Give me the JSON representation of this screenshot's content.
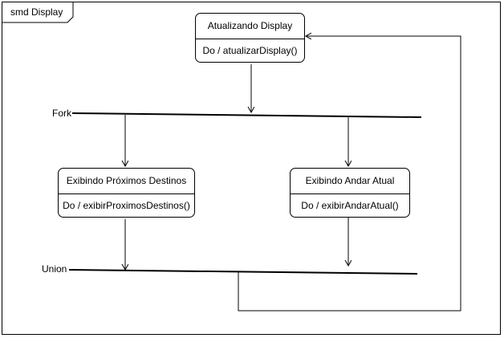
{
  "frame": {
    "label": "smd Display"
  },
  "states": {
    "updating": {
      "title": "Atualizando Display",
      "activity": "Do / atualizarDisplay()"
    },
    "next_destinations": {
      "title": "Exibindo Próximos Destinos",
      "activity": "Do / exibirProximosDestinos()"
    },
    "current_floor": {
      "title": "Exibindo Andar Atual",
      "activity": "Do / exibirAndarAtual()"
    }
  },
  "bars": {
    "fork_label": "Fork",
    "union_label": "Union"
  },
  "colors": {
    "stroke": "#000000",
    "background": "#ffffff"
  }
}
